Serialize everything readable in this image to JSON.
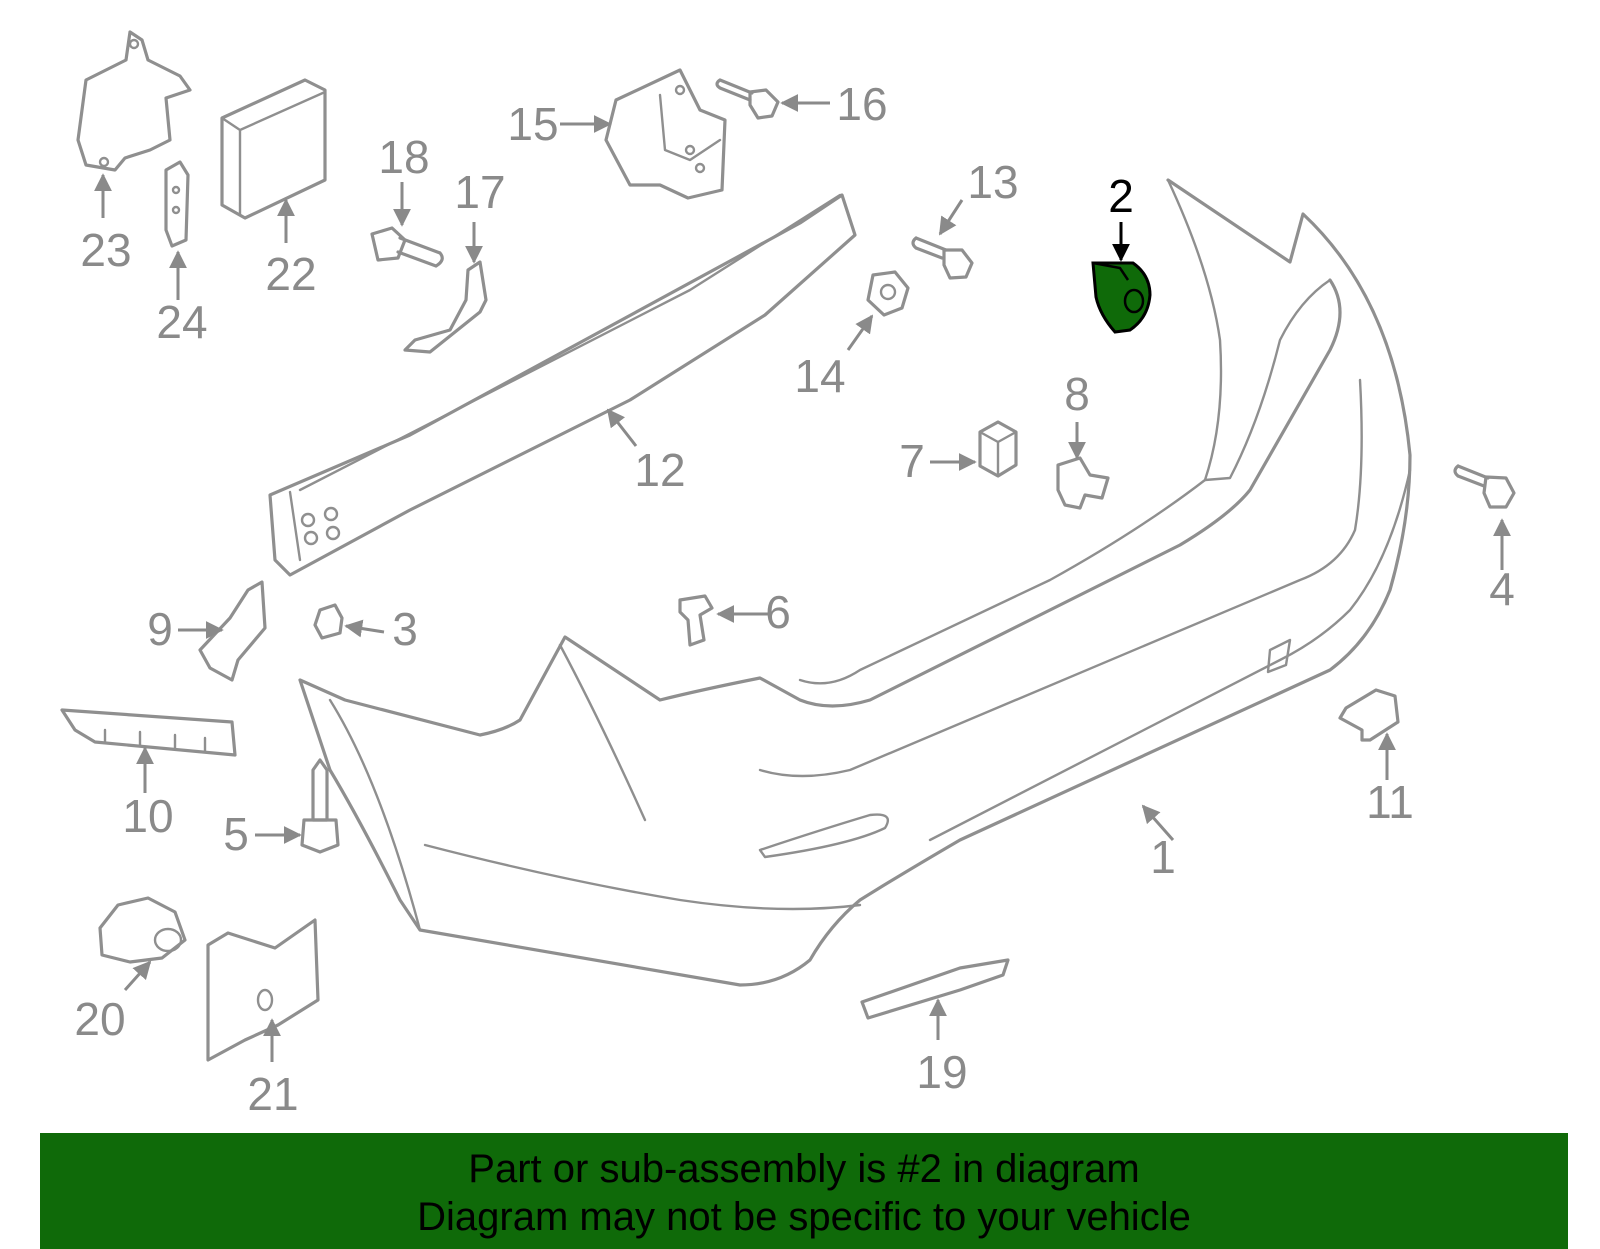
{
  "diagram": {
    "highlight_color": "#0f6a09",
    "line_color": "#8f8f8f",
    "callouts": [
      "1",
      "2",
      "3",
      "4",
      "5",
      "6",
      "7",
      "8",
      "9",
      "10",
      "11",
      "12",
      "13",
      "14",
      "15",
      "16",
      "17",
      "18",
      "19",
      "20",
      "21",
      "22",
      "23",
      "24"
    ],
    "selected_callout": "2"
  },
  "footer": {
    "line1": "Part or sub-assembly is #2 in diagram",
    "line2": "Diagram may not be specific to your vehicle",
    "background": "#0f6a09"
  }
}
